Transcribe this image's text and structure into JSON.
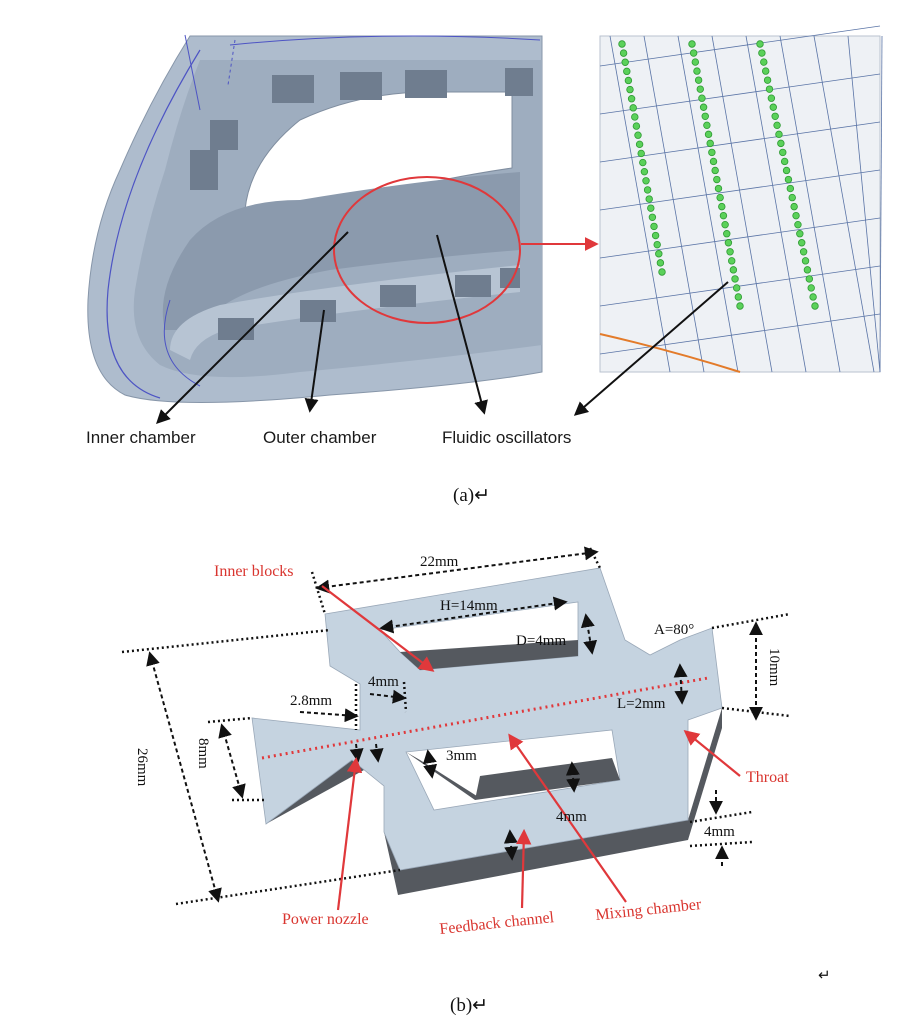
{
  "panel_a": {
    "caption": "(a)↵",
    "labels": {
      "inner_chamber": "Inner chamber",
      "outer_chamber": "Outer chamber",
      "fluidic_oscillators": "Fluidic oscillators"
    },
    "colors": {
      "body": "#aebccd",
      "body_dark": "#7f8d9f",
      "highlight_circle": "#e0383b",
      "oscillator": "#5bd15a"
    }
  },
  "panel_b": {
    "caption": "(b)↵",
    "stray_mark": "↵",
    "labels": {
      "inner_blocks": "Inner blocks",
      "power_nozzle": "Power nozzle",
      "feedback_channel": "Feedback channel",
      "mixing_chamber": "Mixing chamber",
      "throat": "Throat"
    },
    "dimensions": {
      "width_total": "22mm",
      "inner_length": "H=14mm",
      "inner_depth": "D=4mm",
      "angle": "A=80°",
      "outlet": "10mm",
      "nozzle_offset": "2.8mm",
      "block_gap": "4mm",
      "throat_len": "L=2mm",
      "inlet": "8mm",
      "height_total": "26mm",
      "feedback_inner": "3mm",
      "feedback_width": "4mm",
      "thickness": "4mm"
    },
    "colors": {
      "top": "#c5d3e0",
      "side": "#55595f",
      "label": "#d9352f"
    }
  }
}
